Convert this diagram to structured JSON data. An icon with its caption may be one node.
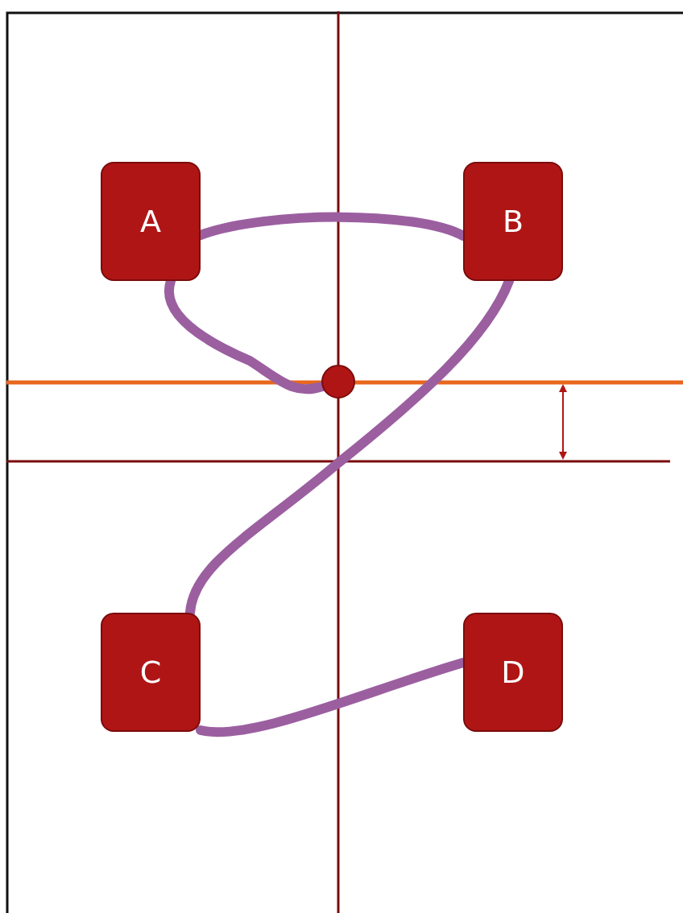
{
  "diagram": {
    "nodes": [
      {
        "text": [],
        "shape": "circle"
      },
      {
        "text": [
          "A"
        ]
      },
      {
        "text": [
          "B"
        ]
      },
      {
        "text": [
          "C"
        ]
      },
      {
        "text": [
          "D"
        ]
      }
    ],
    "edges": [
      {
        "from": 0,
        "to": 1,
        "arrow": "none"
      },
      {
        "from": 1,
        "to": 2,
        "arrow": "none"
      },
      {
        "from": 2,
        "to": 3,
        "arrow": "none"
      },
      {
        "from": 3,
        "to": 4,
        "arrow": "none"
      }
    ]
  }
}
